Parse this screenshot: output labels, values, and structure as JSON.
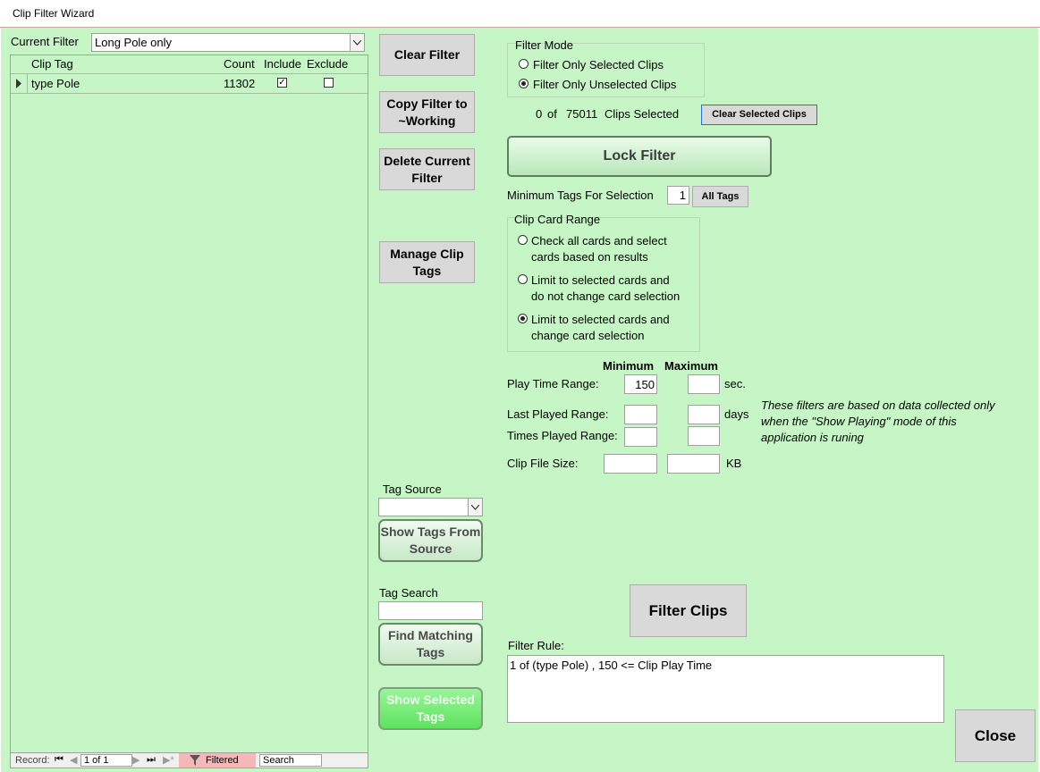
{
  "window": {
    "title": "Clip Filter Wizard"
  },
  "current_filter": {
    "label": "Current Filter",
    "value": "Long Pole only"
  },
  "tag_table": {
    "columns": [
      "Clip Tag",
      "Count",
      "Include",
      "Exclude"
    ],
    "rows": [
      {
        "tag": "type Pole",
        "count": "11302",
        "include": true,
        "exclude": false
      }
    ]
  },
  "record_nav": {
    "label": "Record:",
    "position": "1 of 1",
    "filtered": "Filtered",
    "search": "Search"
  },
  "buttons": {
    "clear_filter": "Clear Filter",
    "copy_filter": "Copy Filter to ~Working",
    "delete_filter": "Delete Current Filter",
    "manage_tags": "Manage Clip Tags",
    "show_tags_source": "Show Tags From Source",
    "find_matching": "Find Matching Tags",
    "show_selected": "Show Selected Tags",
    "clear_selected": "Clear Selected Clips",
    "lock_filter": "Lock Filter",
    "all_tags": "All Tags",
    "filter_clips": "Filter Clips",
    "close": "Close"
  },
  "tag_source": {
    "label": "Tag Source",
    "value": ""
  },
  "tag_search": {
    "label": "Tag Search",
    "value": ""
  },
  "filter_mode": {
    "legend": "Filter Mode",
    "options": [
      "Filter Only Selected Clips",
      "Filter Only Unselected Clips"
    ],
    "selected": 1
  },
  "selection": {
    "selected": "0",
    "of": "of",
    "total": "75011",
    "suffix": "Clips Selected"
  },
  "min_tags": {
    "label": "Minimum Tags For Selection",
    "value": "1"
  },
  "card_range": {
    "legend": "Clip Card Range",
    "options": [
      [
        "Check all cards and select",
        "cards based on results"
      ],
      [
        "Limit to selected cards and",
        "do not change card selection"
      ],
      [
        "Limit to selected cards and",
        "change card selection"
      ]
    ],
    "selected": 2
  },
  "ranges": {
    "min_header": "Minimum",
    "max_header": "Maximum",
    "play_time": {
      "label": "Play Time Range:",
      "min": "150",
      "max": "",
      "unit": "sec."
    },
    "last_played": {
      "label": "Last Played Range:",
      "min": "",
      "max": "",
      "unit": "days"
    },
    "times_played": {
      "label": "Times Played Range:",
      "min": "",
      "max": ""
    },
    "file_size": {
      "label": "Clip File Size:",
      "min": "",
      "max": "",
      "unit": "KB"
    }
  },
  "note": {
    "line1": "These filters are based on data collected only",
    "line2": "when the \"Show Playing\" mode of this",
    "line3": "application is runing"
  },
  "filter_rule": {
    "label": "Filter Rule:",
    "value": "1 of (type Pole) , 150 <= Clip Play Time"
  },
  "colors": {
    "form_bg": "#c6f6c6",
    "button_gray": "#d9d9d9",
    "show_selected_green": "#6ee86e",
    "filtered_badge": "#f4b8b8"
  }
}
